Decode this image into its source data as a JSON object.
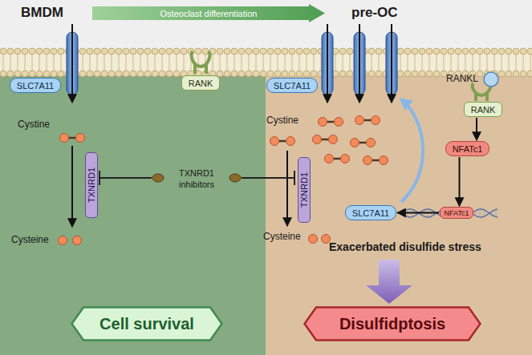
{
  "diagram": {
    "nodes": [
      {
        "text": [
          "Osteoclast differentiation"
        ]
      },
      {
        "text": [
          "SLC7A11"
        ]
      },
      {
        "text": [
          "RANK"
        ]
      },
      {
        "text": [
          "SLC7A11"
        ]
      },
      {
        "text": [
          "RANK"
        ]
      },
      {
        "text": [
          "TXNRD1"
        ]
      },
      {
        "text": [
          "TXNRD1"
        ]
      },
      {
        "text": [
          "NFATc1"
        ]
      },
      {
        "text": [
          "SLC7A11"
        ]
      },
      {
        "text": [
          "NFATc1"
        ]
      },
      {
        "text": [
          "Cell survival"
        ]
      },
      {
        "text": [
          "Disulfidptosis"
        ]
      }
    ],
    "edges": [
      {
        "from": 4,
        "to": 7,
        "arrow": "to"
      },
      {
        "from": 7,
        "to": 9,
        "arrow": "to"
      },
      {
        "from": 9,
        "to": 8,
        "arrow": "to"
      }
    ],
    "labels": [
      "BMDM",
      "pre-OC",
      "RANKL",
      "Cystine",
      "Cystine",
      "TXNRD1 inhibitors",
      "Cysteine",
      "Cysteine",
      "Exacerbated disulfide stress"
    ]
  }
}
